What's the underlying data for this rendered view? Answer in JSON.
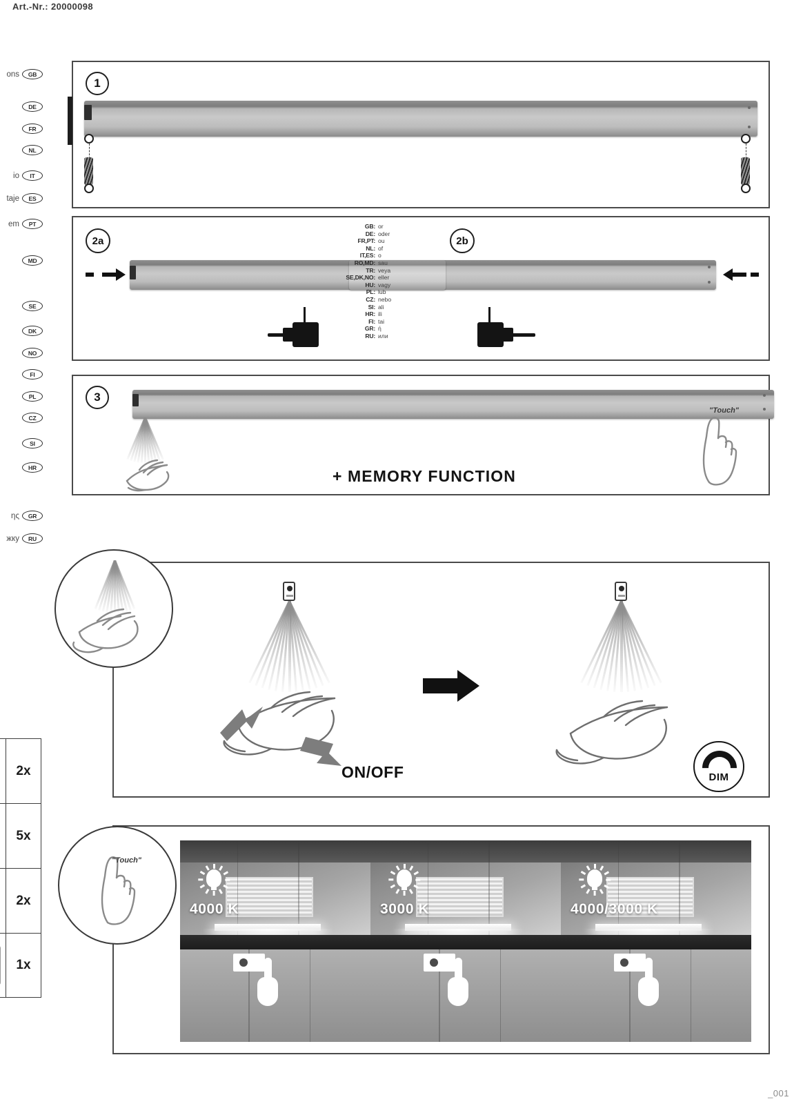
{
  "document": {
    "article_number": "Art.-Nr.: 20000098",
    "page_code": "_001"
  },
  "language_sidebar": {
    "items": [
      {
        "word": "ons",
        "code": "GB"
      },
      {
        "word": "",
        "code": "DE"
      },
      {
        "word": "",
        "code": "FR"
      },
      {
        "word": "",
        "code": "NL"
      },
      {
        "word": "io",
        "code": "IT"
      },
      {
        "word": "taje",
        "code": "ES"
      },
      {
        "word": "em",
        "code": "PT"
      },
      {
        "word": "",
        "code": "MD"
      },
      {
        "word": "",
        "code": "SE"
      },
      {
        "word": "",
        "code": "DK"
      },
      {
        "word": "",
        "code": "NO"
      },
      {
        "word": "",
        "code": "FI"
      },
      {
        "word": "",
        "code": "PL"
      },
      {
        "word": "",
        "code": "CZ"
      },
      {
        "word": "",
        "code": "SI"
      },
      {
        "word": "",
        "code": "HR"
      },
      {
        "word": "ης",
        "code": "GR"
      },
      {
        "word": "жку",
        "code": "RU"
      }
    ]
  },
  "parts_table": {
    "rows": [
      {
        "quantity": "2x"
      },
      {
        "quantity": "5x"
      },
      {
        "quantity": "2x"
      },
      {
        "quantity": "1x"
      }
    ]
  },
  "steps": {
    "step1": {
      "number": "1"
    },
    "step2a": {
      "number": "2a"
    },
    "step2b": {
      "number": "2b"
    },
    "step3": {
      "number": "3",
      "memory_label": "+ MEMORY FUNCTION",
      "touch_label": "\"Touch\""
    }
  },
  "or_translations": [
    {
      "code": "GB:",
      "value": "or"
    },
    {
      "code": "DE:",
      "value": "oder"
    },
    {
      "code": "FR,PT:",
      "value": "ou"
    },
    {
      "code": "NL:",
      "value": "of"
    },
    {
      "code": "IT,ES:",
      "value": "o"
    },
    {
      "code": "RO,MD:",
      "value": "sau"
    },
    {
      "code": "TR:",
      "value": "veya"
    },
    {
      "code": "SE,DK,NO:",
      "value": "eller"
    },
    {
      "code": "HU:",
      "value": "vagy"
    },
    {
      "code": "PL:",
      "value": "lub"
    },
    {
      "code": "CZ:",
      "value": "nebo"
    },
    {
      "code": "SI:",
      "value": "ali"
    },
    {
      "code": "HR:",
      "value": "ili"
    },
    {
      "code": "FI:",
      "value": "tai"
    },
    {
      "code": "GR:",
      "value": "ή"
    },
    {
      "code": "RU:",
      "value": "или"
    }
  ],
  "gesture_panel": {
    "callout_icon": "hand-wave-icon",
    "onoff_label": "ON/OFF",
    "dim_label": "DIM"
  },
  "color_temp_panel": {
    "callout_icon": "pointing-finger-icon",
    "callout_label": "\"Touch\"",
    "photos": [
      {
        "temperature": "4000 K",
        "icon": "light-bulb-icon"
      },
      {
        "temperature": "3000 K",
        "icon": "light-bulb-icon"
      },
      {
        "temperature": "4000/3000 K",
        "icon": "light-bulb-icon"
      }
    ]
  },
  "colors": {
    "frame": "#4a4a4a",
    "ink": "#111111",
    "bar_body": "#c0c0c0",
    "connector": "#141414"
  }
}
